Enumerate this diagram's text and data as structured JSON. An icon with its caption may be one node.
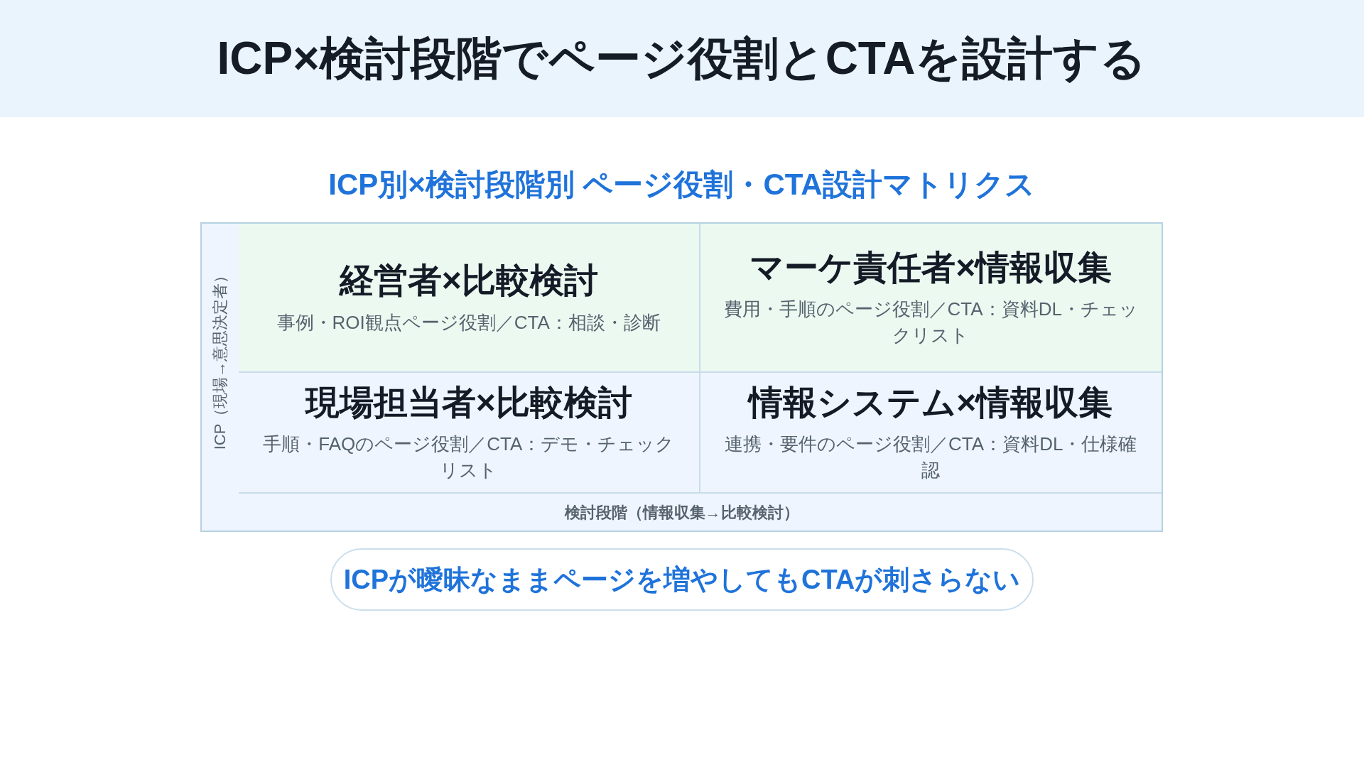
{
  "diagram": {
    "title": "ICP×検討段階でページ役割とCTAを設計する",
    "nodes": [
      {
        "text": [
          "経営者×比較検討",
          "事例・ROI観点ページ役割／CTA：相談・診断"
        ]
      },
      {
        "text": [
          "マーケ責任者×情報収集",
          "費用・手順のページ役割／CTA：資料DL・チェックリスト"
        ]
      },
      {
        "text": [
          "現場担当者×比較検討",
          "手順・FAQのページ役割／CTA：デモ・チェックリスト"
        ]
      },
      {
        "text": [
          "情報システム×情報収集",
          "連携・要件のページ役割／CTA：資料DL・仕様確認"
        ]
      },
      {
        "text": [
          "ICPが曖昧なままページを増やしてもCTAが刺さらない"
        ]
      }
    ],
    "edges": [],
    "labels": [
      "ICP別×検討段階別 ページ役割・CTA設計マトリクス",
      "ICP（現場→意思決定者）",
      "検討段階（情報収集→比較検討）"
    ]
  }
}
